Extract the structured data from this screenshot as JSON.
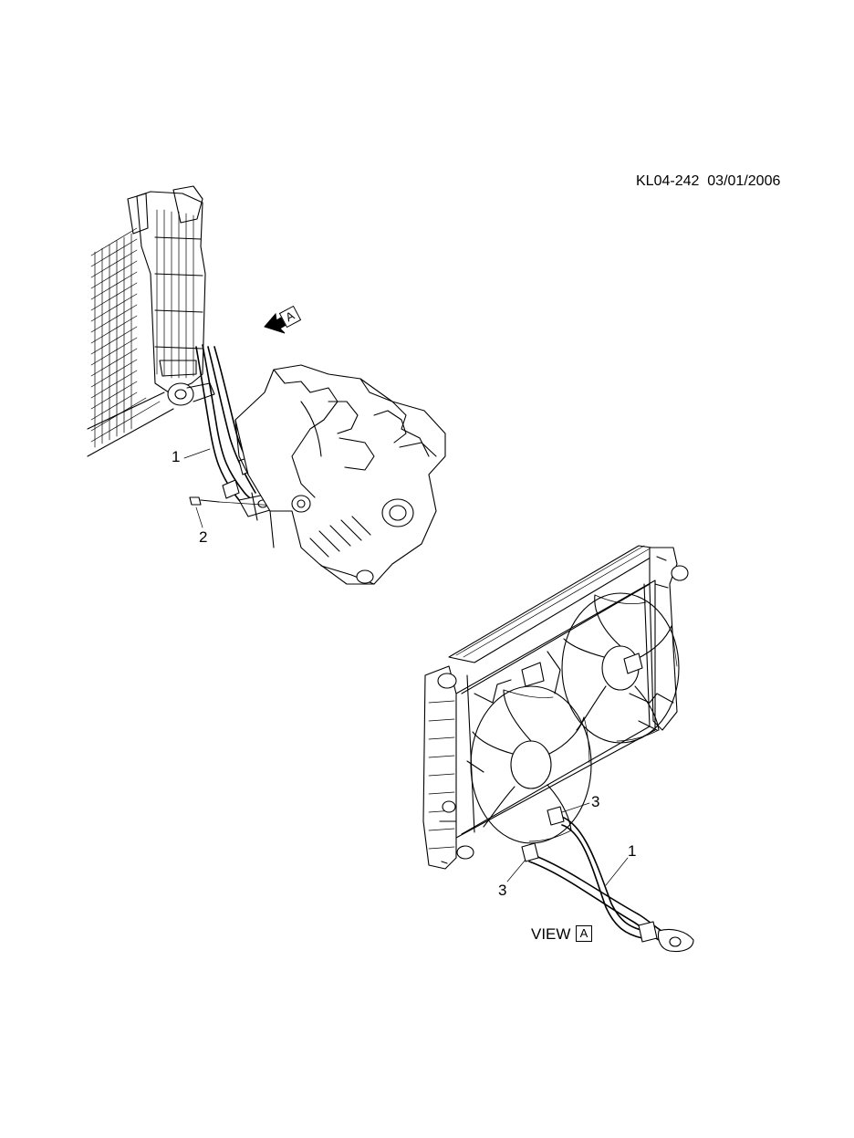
{
  "header": {
    "code": "KL04-242",
    "date": "03/01/2006"
  },
  "view_ref": {
    "arrow_letter": "A",
    "view_word": "VIEW",
    "view_letter": "A"
  },
  "callouts": {
    "top_hose": "1",
    "top_bolt": "2",
    "bottom_hose": "1",
    "clamp_upper": "3",
    "clamp_lower": "3"
  }
}
